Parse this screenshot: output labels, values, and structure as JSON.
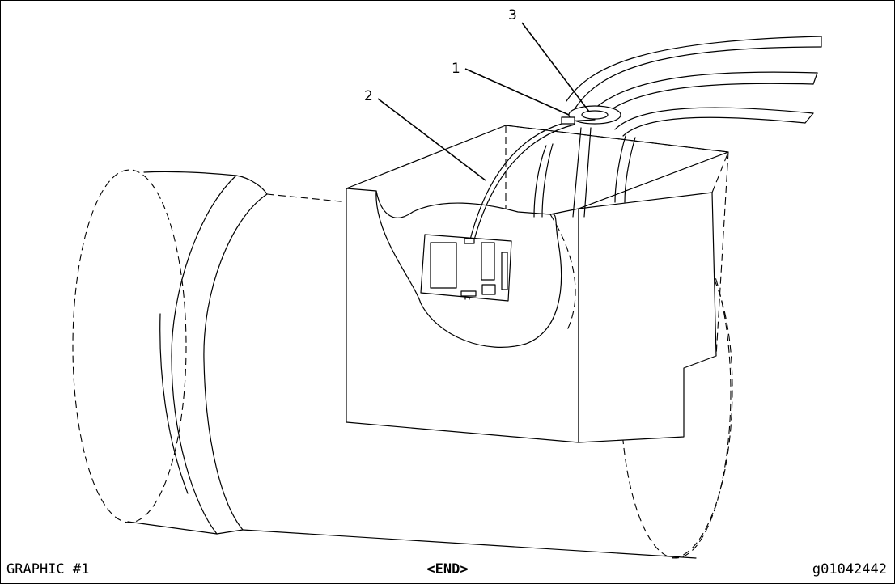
{
  "figure": {
    "callouts": [
      {
        "id": "callout-1",
        "label": "1"
      },
      {
        "id": "callout-2",
        "label": "2"
      },
      {
        "id": "callout-3",
        "label": "3"
      }
    ]
  },
  "footer": {
    "graphic_label": "GRAPHIC #1",
    "end_marker": "<END>",
    "graphic_id": "g01042442"
  },
  "colors": {
    "line": "#000000",
    "background": "#ffffff"
  }
}
